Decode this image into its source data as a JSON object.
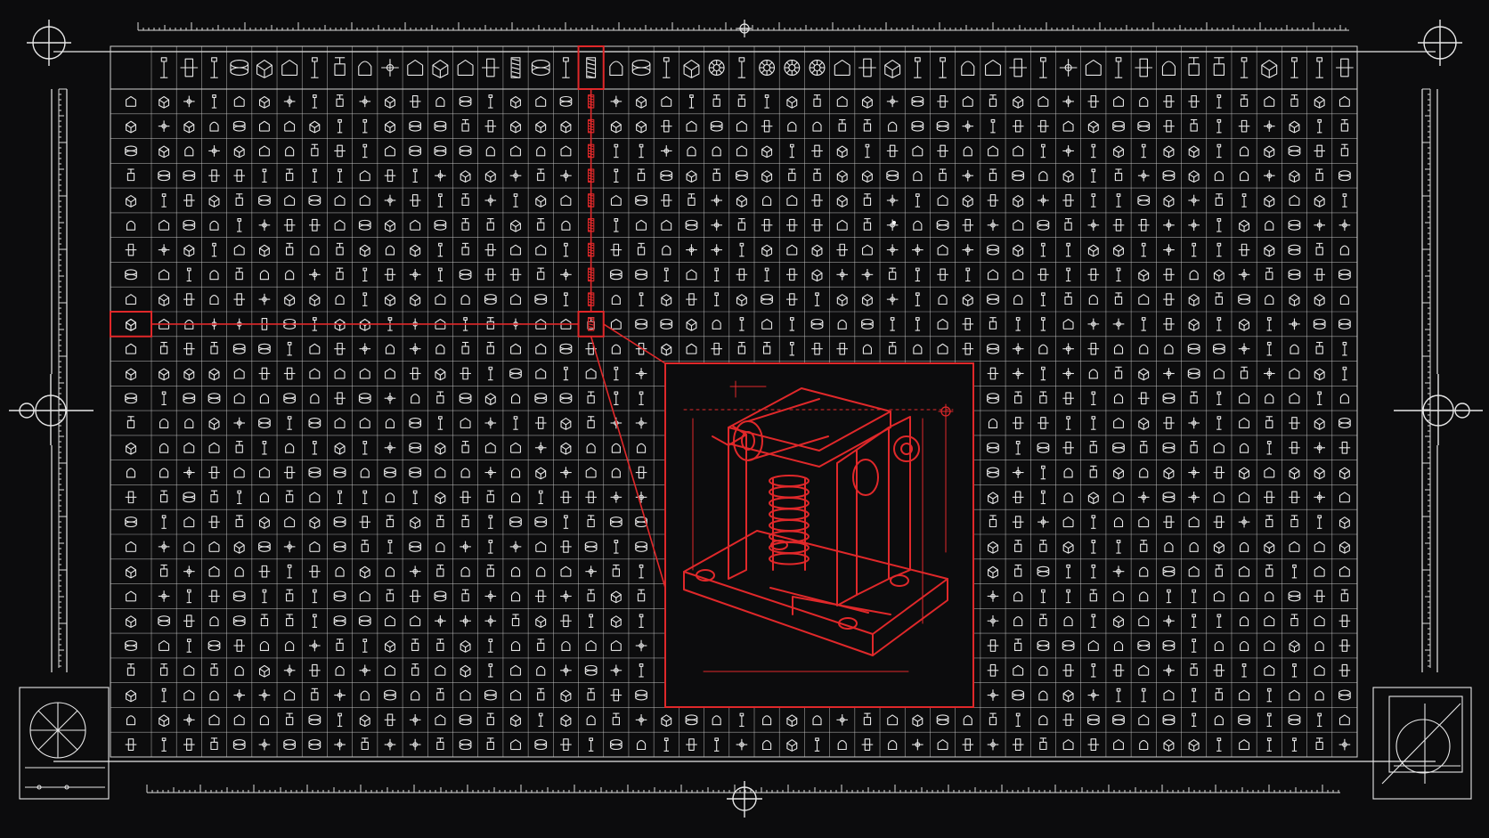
{
  "colors": {
    "background": "#0c0c0d",
    "line": "#e8e8e8",
    "grid": "#d0d0d0",
    "highlight": "#e0282a"
  },
  "grid": {
    "header_columns": 48,
    "data_rows": 27
  },
  "highlight": {
    "column_index": 17,
    "row_index": 9
  },
  "icon_set": [
    "bolt-icon",
    "bracket-icon",
    "pipe-fitting-icon",
    "block-icon",
    "cross-fitting-icon",
    "flange-icon",
    "cap-icon",
    "valve-icon",
    "spring-icon",
    "gear-icon"
  ],
  "detail_view": {
    "part": "spring-hinge-bracket-icon"
  }
}
